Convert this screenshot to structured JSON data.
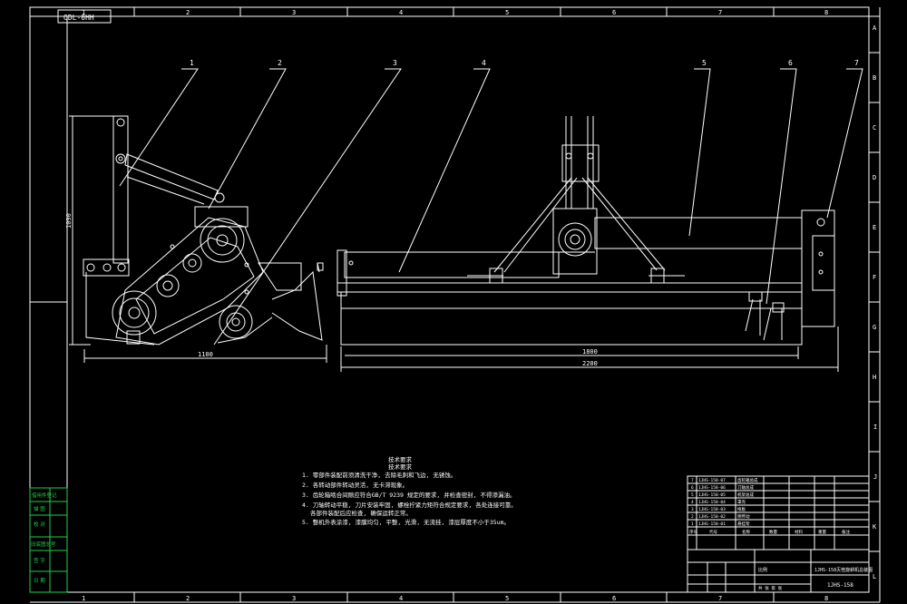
{
  "drawing": {
    "stamp_box": "ODL-0HH",
    "col_refs": [
      "1",
      "2",
      "3",
      "4",
      "5",
      "6",
      "7",
      "8"
    ],
    "row_refs": [
      "A",
      "B",
      "C",
      "D",
      "E",
      "F",
      "G",
      "H",
      "I",
      "J",
      "K",
      "L"
    ],
    "balloons": [
      "1",
      "2",
      "3",
      "4",
      "5",
      "6",
      "7"
    ],
    "dims": {
      "side_height": "1090",
      "side_width": "1100",
      "front_inner": "1800",
      "front_overall": "2200"
    }
  },
  "notes": {
    "title_line1": "技术要求",
    "title_line2": "技术要求",
    "items": [
      "1. 零部件装配前须清洗干净, 去除毛刺和飞边, 无锈蚀。",
      "2. 各转动部件转动灵活, 无卡滞现象。",
      "3. 齿轮箱啮合间隙应符合GB/T 9239 规定的要求, 并检查密封, 不得渗漏油。",
      "4. 刀轴转动平稳, 刀片安装牢固, 螺栓拧紧力矩符合规定要求, 各处连接可靠。",
      "各部件装配后应检查, 确保运转正常。",
      "5. 整机外表涂漆, 漆膜均匀, 平整, 光滑, 无流挂, 漆层厚度不小于35um。"
    ]
  },
  "bom": {
    "rows": [
      {
        "no": "7",
        "code": "1JHS-158-07",
        "name": "齿轮箱总成"
      },
      {
        "no": "6",
        "code": "1JHS-158-06",
        "name": "刀轴总成"
      },
      {
        "no": "5",
        "code": "1JHS-158-05",
        "name": "机架总成"
      },
      {
        "no": "4",
        "code": "1JHS-158-04",
        "name": "罩壳"
      },
      {
        "no": "3",
        "code": "1JHS-158-03",
        "name": "拖板"
      },
      {
        "no": "2",
        "code": "1JHS-158-02",
        "name": "侧传动"
      },
      {
        "no": "1",
        "code": "1JHS-158-01",
        "name": "悬挂架"
      }
    ],
    "header": [
      "序号",
      "代号",
      "名称",
      "数量",
      "材料",
      "重量",
      "备注"
    ]
  },
  "title_block": {
    "drawing_name": "1JHS-158灭茬旋耕机总装图",
    "drawing_no": "1JHS-158",
    "scale_label": "比例",
    "sheet_label": "共 张 第 张"
  },
  "sidebar": {
    "labels": [
      "借用件登记",
      "描 图",
      "校 对",
      "旧底图总号",
      "签 字",
      "日 期"
    ]
  },
  "colors": {
    "line": "#ffffff",
    "sidebar": "#21d04a",
    "background": "#000000"
  }
}
